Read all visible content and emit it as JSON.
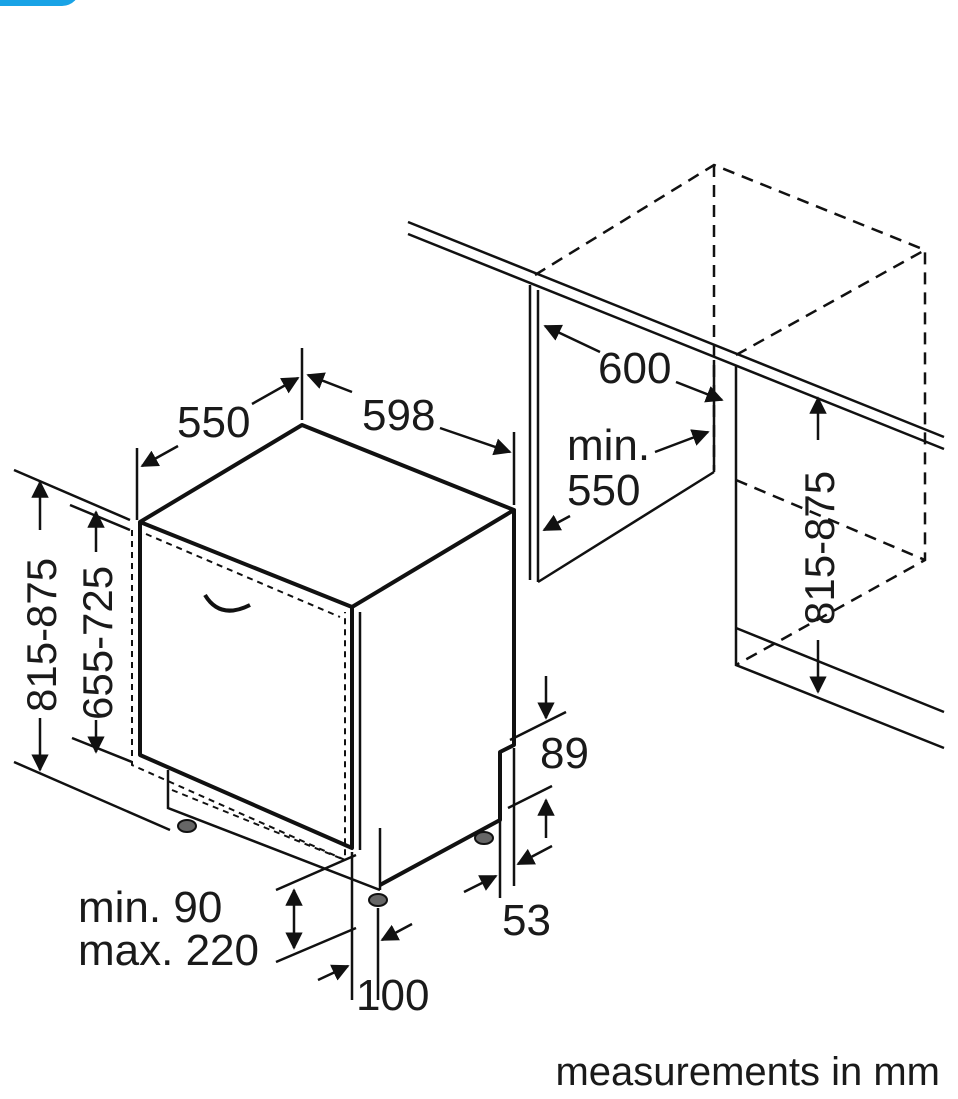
{
  "labels": {
    "depth": "550",
    "width": "598",
    "niche_width": "600",
    "niche_depth_min": "min.",
    "niche_depth_val": "550",
    "niche_height": "815-875",
    "height_total": "815-875",
    "height_inner": "655-725",
    "plinth_89": "89",
    "plinth_53": "53",
    "foot_min": "min. 90",
    "foot_max": "max. 220",
    "foot_100": "100",
    "units": "measurements in mm"
  },
  "colors": {
    "line": "#111111",
    "background": "#ffffff",
    "accent_tab": "#19a3e6"
  }
}
